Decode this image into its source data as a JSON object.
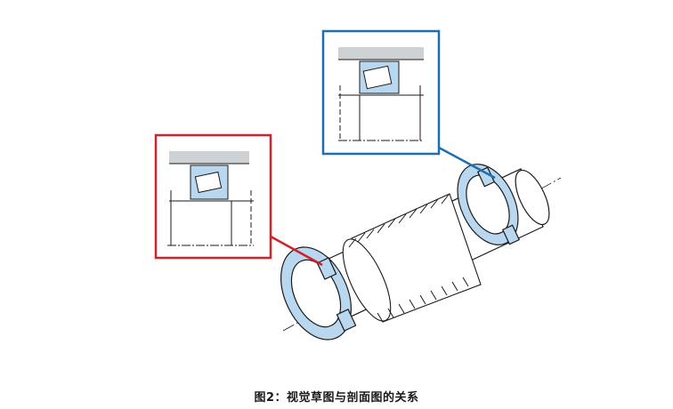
{
  "caption": "图2：视觉草图与剖面图的关系",
  "colors": {
    "left_callout_border": "#d0222a",
    "right_callout_border": "#1f6fb0",
    "bearing_fill": "#b9d8f0",
    "shaft_line": "#1a1a1a",
    "housing_gray": "#cfd2d5"
  },
  "callouts": [
    {
      "id": "left",
      "color": "red",
      "content": "section-view-tapered-roller-bearing"
    },
    {
      "id": "right",
      "color": "blue",
      "content": "section-view-tapered-roller-bearing"
    }
  ]
}
